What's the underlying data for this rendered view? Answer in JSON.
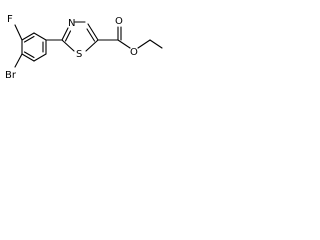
{
  "molecule": {
    "atoms": {
      "fluorine": "F",
      "bromine": "Br",
      "nitrogen": "N",
      "sulfur": "S",
      "carbonyl_oxygen": "O",
      "ester_oxygen": "O"
    }
  }
}
